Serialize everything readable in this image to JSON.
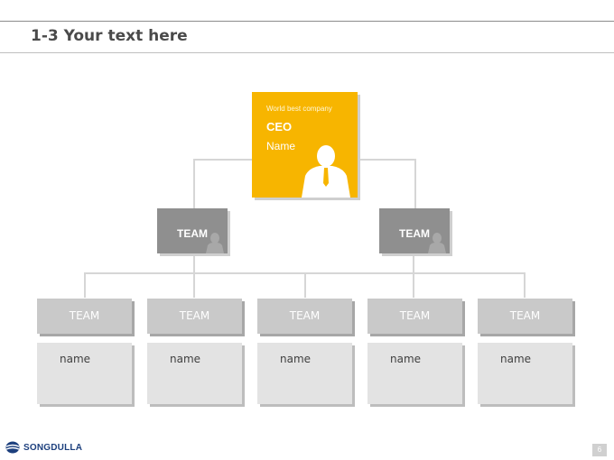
{
  "header": {
    "title": "1-3 Your text here"
  },
  "ceo": {
    "company": "World best company",
    "role": "CEO",
    "name": "Name"
  },
  "teams": [
    {
      "label": "TEAM"
    },
    {
      "label": "TEAM"
    }
  ],
  "sub_teams": [
    {
      "label": "TEAM",
      "name": "name"
    },
    {
      "label": "TEAM",
      "name": "name"
    },
    {
      "label": "TEAM",
      "name": "name"
    },
    {
      "label": "TEAM",
      "name": "name"
    },
    {
      "label": "TEAM",
      "name": "name"
    }
  ],
  "footer": {
    "logo": "SONGDULLA",
    "page": "6"
  },
  "colors": {
    "accent": "#f7b500",
    "team": "#8f8f8f",
    "sub_team": "#c9c9c9",
    "name_box": "#e3e3e3",
    "logo": "#1c3f7d"
  }
}
